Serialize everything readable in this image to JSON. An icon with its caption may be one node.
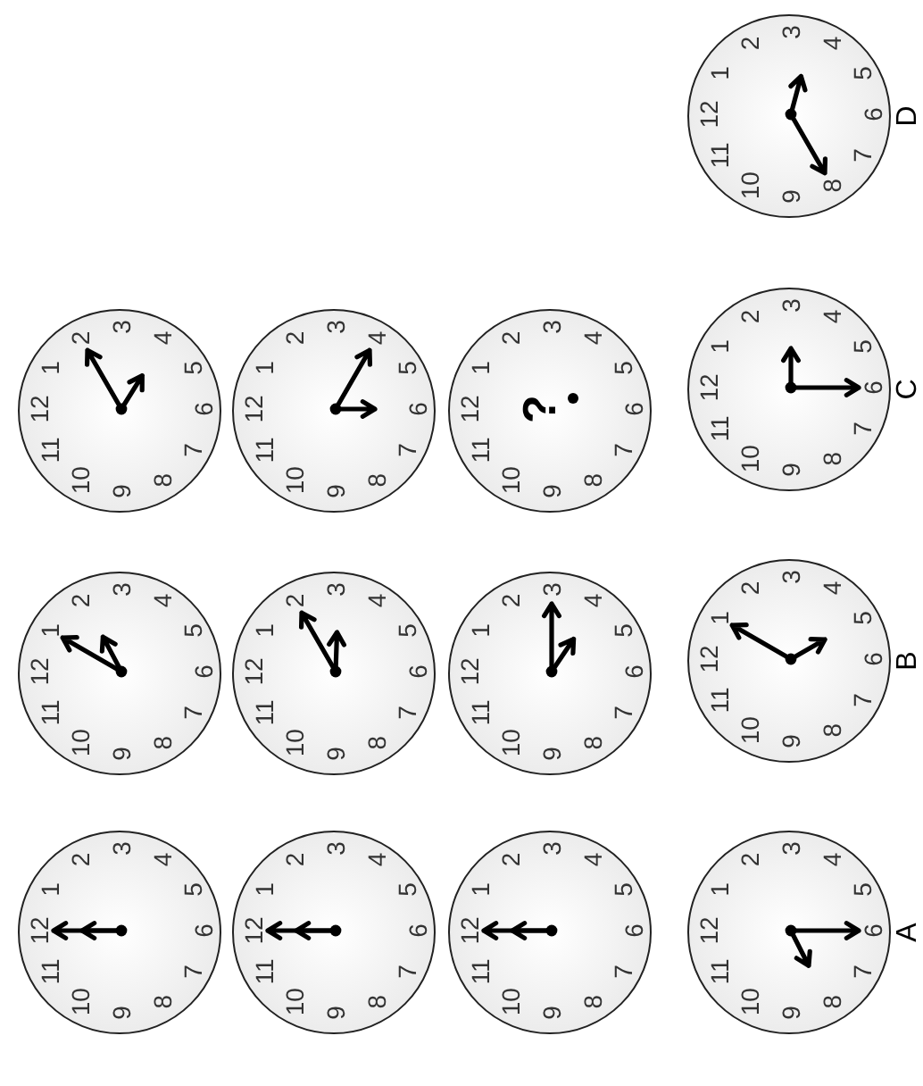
{
  "diagram": {
    "nodes": [
      {
        "text": [
          "12",
          "1",
          "2",
          "3",
          "4",
          "5",
          "6",
          "7",
          "8",
          "9",
          "10",
          "11"
        ]
      },
      {
        "text": [
          "12",
          "1",
          "2",
          "3",
          "4",
          "5",
          "6",
          "7",
          "8",
          "9",
          "10",
          "11"
        ]
      },
      {
        "text": [
          "12",
          "1",
          "2",
          "3",
          "4",
          "5",
          "6",
          "7",
          "8",
          "9",
          "10",
          "11"
        ]
      },
      {
        "text": [
          "12",
          "1",
          "2",
          "3",
          "4",
          "5",
          "6",
          "7",
          "8",
          "9",
          "10",
          "11"
        ]
      },
      {
        "text": [
          "12",
          "1",
          "2",
          "3",
          "4",
          "5",
          "6",
          "7",
          "8",
          "9",
          "10",
          "11"
        ]
      },
      {
        "text": [
          "12",
          "1",
          "2",
          "3",
          "4",
          "5",
          "6",
          "7",
          "8",
          "9",
          "10",
          "11"
        ]
      },
      {
        "text": [
          "12",
          "1",
          "2",
          "3",
          "4",
          "5",
          "6",
          "7",
          "8",
          "9",
          "10",
          "11"
        ]
      },
      {
        "text": [
          "12",
          "1",
          "2",
          "3",
          "4",
          "5",
          "6",
          "7",
          "8",
          "9",
          "10",
          "11"
        ]
      },
      {
        "text": [
          "12",
          "1",
          "2",
          "3",
          "4",
          "5",
          "6",
          "7",
          "8",
          "9",
          "10",
          "11",
          "?"
        ]
      },
      {
        "text": [
          "12",
          "1",
          "2",
          "3",
          "4",
          "5",
          "6",
          "7",
          "8",
          "9",
          "10",
          "11"
        ],
        "beside": [
          "A"
        ]
      },
      {
        "text": [
          "12",
          "1",
          "2",
          "3",
          "4",
          "5",
          "6",
          "7",
          "8",
          "9",
          "10",
          "11"
        ],
        "beside": [
          "B"
        ]
      },
      {
        "text": [
          "12",
          "1",
          "2",
          "3",
          "4",
          "5",
          "6",
          "7",
          "8",
          "9",
          "10",
          "11"
        ],
        "beside": [
          "C"
        ]
      },
      {
        "text": [
          "12",
          "1",
          "2",
          "3",
          "4",
          "5",
          "6",
          "7",
          "8",
          "9",
          "10",
          "11"
        ],
        "beside": [
          "D"
        ]
      }
    ]
  }
}
